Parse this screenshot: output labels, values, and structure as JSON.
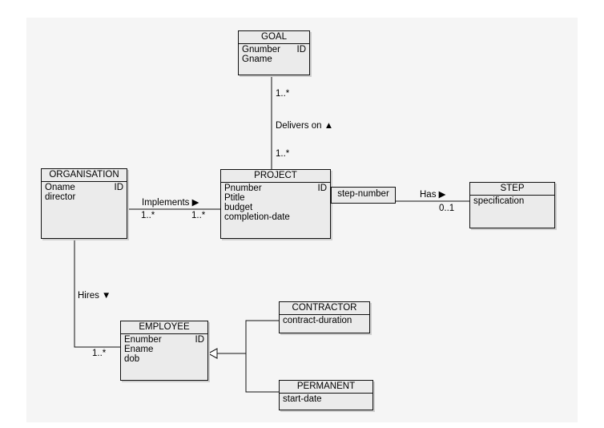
{
  "classes": {
    "goal": {
      "name": "GOAL",
      "attrs": [
        {
          "text": "Gnumber",
          "id": "ID"
        },
        {
          "text": "Gname",
          "id": ""
        }
      ]
    },
    "organisation": {
      "name": "ORGANISATION",
      "attrs": [
        {
          "text": "Oname",
          "id": "ID"
        },
        {
          "text": "director",
          "id": ""
        }
      ]
    },
    "project": {
      "name": "PROJECT",
      "attrs": [
        {
          "text": "Pnumber",
          "id": "ID"
        },
        {
          "text": "Ptitle",
          "id": ""
        },
        {
          "text": "budget",
          "id": ""
        },
        {
          "text": "completion-date",
          "id": ""
        }
      ]
    },
    "step": {
      "name": "STEP",
      "attrs": [
        {
          "text": "specification",
          "id": ""
        }
      ]
    },
    "employee": {
      "name": "EMPLOYEE",
      "attrs": [
        {
          "text": "Enumber",
          "id": "ID"
        },
        {
          "text": "Ename",
          "id": ""
        },
        {
          "text": "dob",
          "id": ""
        }
      ]
    },
    "contractor": {
      "name": "CONTRACTOR",
      "attrs": [
        {
          "text": "contract-duration",
          "id": ""
        }
      ]
    },
    "permanent": {
      "name": "PERMANENT",
      "attrs": [
        {
          "text": "start-date",
          "id": ""
        }
      ]
    }
  },
  "qualifier": {
    "label": "step-number"
  },
  "associations": {
    "delivers": {
      "label": "Delivers on ▲",
      "mult_goal": "1..*",
      "mult_project": "1..*"
    },
    "implements": {
      "label": "Implements ▶",
      "mult_org": "1..*",
      "mult_project": "1..*"
    },
    "has": {
      "label": "Has ▶",
      "mult_step": "0..1"
    },
    "hires": {
      "label": "Hires ▼",
      "mult_employee": "1..*"
    }
  },
  "colors": {
    "panel": "#f5f5f5",
    "box_fill": "#ebebeb",
    "line": "#111111"
  }
}
